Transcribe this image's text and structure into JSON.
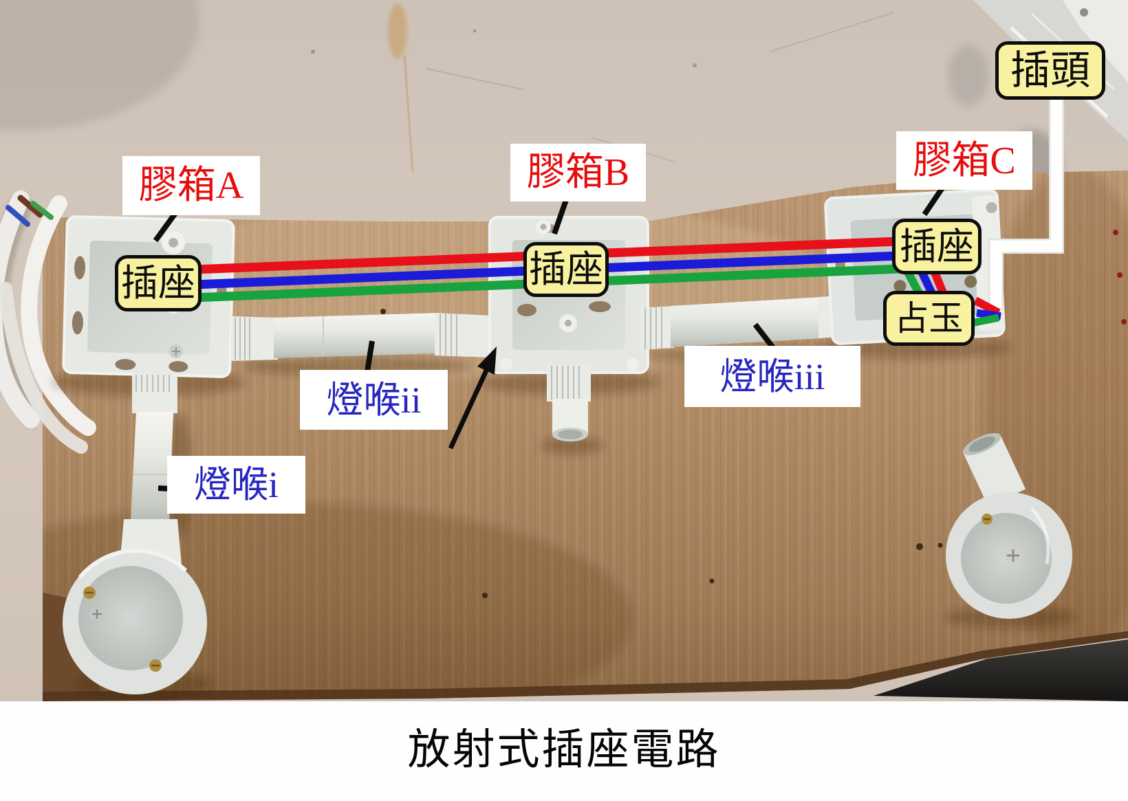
{
  "title": "放射式插座電路",
  "labels": {
    "plug": "插頭",
    "box_a": "膠箱A",
    "box_b": "膠箱B",
    "box_c": "膠箱C",
    "socket_a": "插座",
    "socket_b": "插座",
    "socket_c": "插座",
    "zhan_yu": "占玉",
    "conduit_i": "燈喉i",
    "conduit_ii": "燈喉ii",
    "conduit_iii": "燈喉iii"
  },
  "wire_colors": {
    "red": "#e8101a",
    "blue": "#1c1cd8",
    "green": "#18a33e",
    "cable_white": "#ffffff"
  },
  "annotation_colors": {
    "callout_fill_yellow": "#f8f2a0",
    "box_label_text_red": "#e60d0d",
    "conduit_label_text_blue": "#2727bf",
    "pointer_black": "#0d0d0d"
  }
}
